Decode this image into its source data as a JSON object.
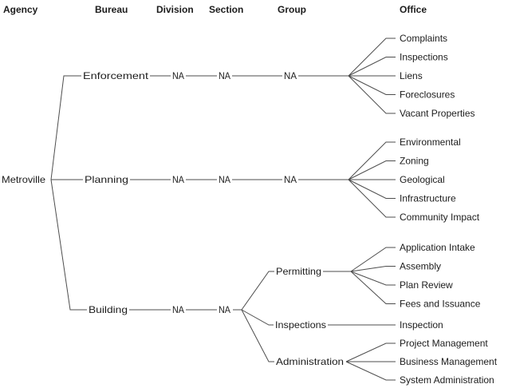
{
  "columns": {
    "labels": [
      "Agency",
      "Bureau",
      "Division",
      "Section",
      "Group",
      "Office"
    ]
  },
  "tree": {
    "agency": "Metroville",
    "bureaus": [
      {
        "name": "Enforcement",
        "division": "NA",
        "section": "NA",
        "groups": [
          {
            "name": "NA",
            "offices": [
              "Complaints",
              "Inspections",
              "Liens",
              "Foreclosures",
              "Vacant Properties"
            ]
          }
        ]
      },
      {
        "name": "Planning",
        "division": "NA",
        "section": "NA",
        "groups": [
          {
            "name": "NA",
            "offices": [
              "Environmental",
              "Zoning",
              "Geological",
              "Infrastructure",
              "Community Impact"
            ]
          }
        ]
      },
      {
        "name": "Building",
        "division": "NA",
        "section": "NA",
        "groups": [
          {
            "name": "Permitting",
            "offices": [
              "Application Intake",
              "Assembly",
              "Plan Review",
              "Fees and Issuance"
            ]
          },
          {
            "name": "Inspections",
            "offices": [
              "Inspection"
            ]
          },
          {
            "name": "Administration",
            "offices": [
              "Project Management",
              "Business Management",
              "System Administration"
            ]
          }
        ]
      }
    ]
  },
  "colors": {
    "background": "#ffffff",
    "line": "#4d4d4d",
    "text": "#1c1c1c"
  }
}
